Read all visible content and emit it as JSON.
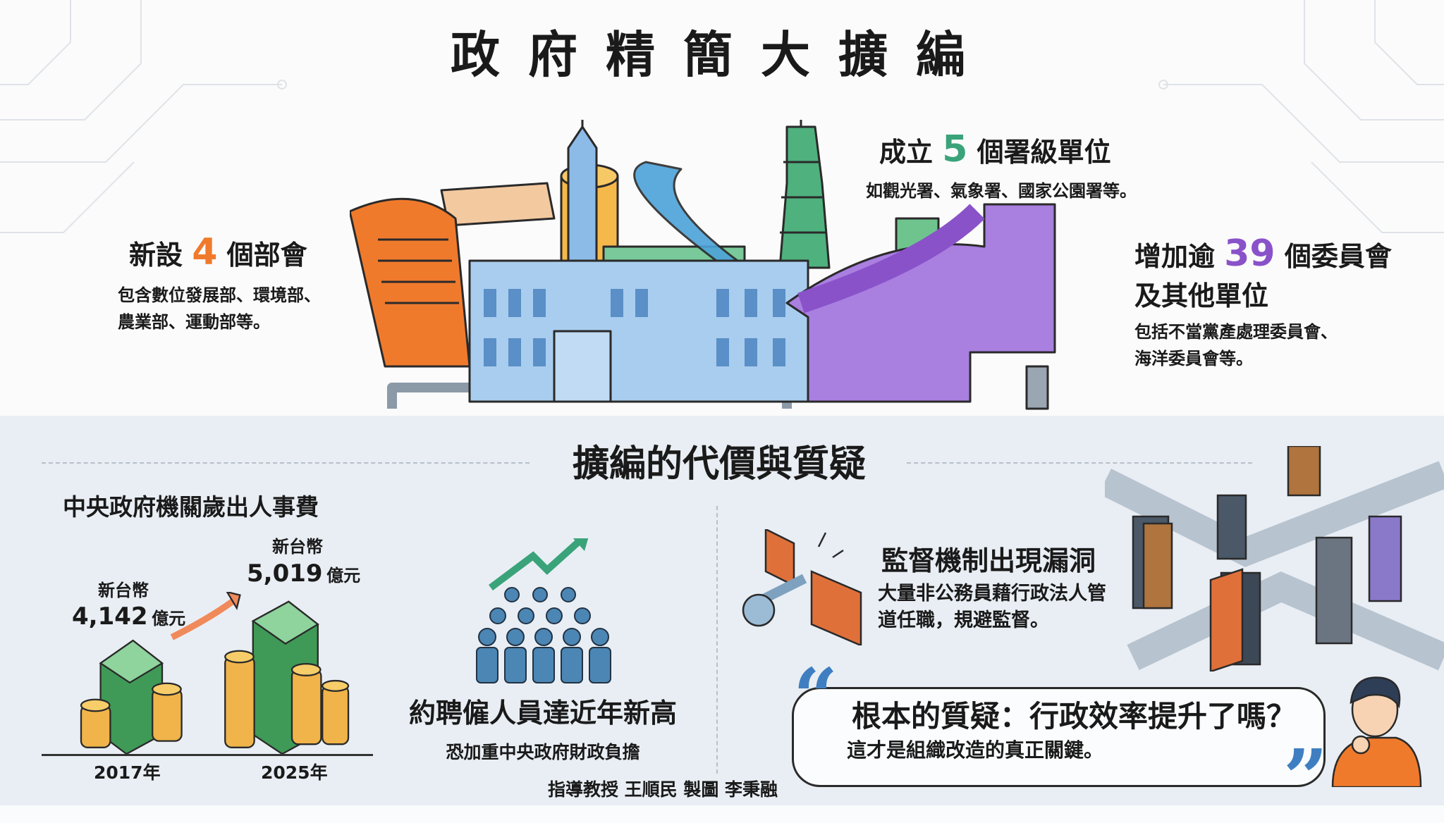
{
  "title": "政府精簡大擴編",
  "top": {
    "ministries": {
      "prefix": "新設",
      "number": "4",
      "suffix": "個部會",
      "desc1": "包含數位發展部、環境部、",
      "desc2": "農業部、運動部等。",
      "color": "#f07a2c"
    },
    "agencies": {
      "prefix": "成立",
      "number": "5",
      "suffix": "個署級單位",
      "desc": "如觀光署、氣象署、國家公園署等。",
      "color": "#3aa37a"
    },
    "committees": {
      "prefix": "增加逾",
      "number": "39",
      "suffix": "個委員會",
      "line2": "及其他單位",
      "desc1": "包括不當黨產處理委員會、",
      "desc2": "海洋委員會等。",
      "color": "#8a52c9"
    }
  },
  "section": {
    "heading": "擴編的代價與質疑"
  },
  "budget": {
    "title": "中央政府機關歲出人事費",
    "items": [
      {
        "year": "2017年",
        "currency": "新台幣",
        "amount": "4,142",
        "unit": "億元"
      },
      {
        "year": "2025年",
        "currency": "新台幣",
        "amount": "5,019",
        "unit": "億元"
      }
    ]
  },
  "contract": {
    "title": "約聘僱人員達近年新高",
    "desc": "恐加重中央政府財政負擔"
  },
  "oversight": {
    "title": "監督機制出現漏洞",
    "desc1": "大量非公務員藉行政法人管",
    "desc2": "道任職，規避監督。"
  },
  "quote": {
    "title": "根本的質疑：行政效率提升了嗎？",
    "desc": "這才是組織改造的真正關鍵。",
    "accent": "#3f7fc1"
  },
  "credit": "指導教授 王順民 製圖 李秉融"
}
